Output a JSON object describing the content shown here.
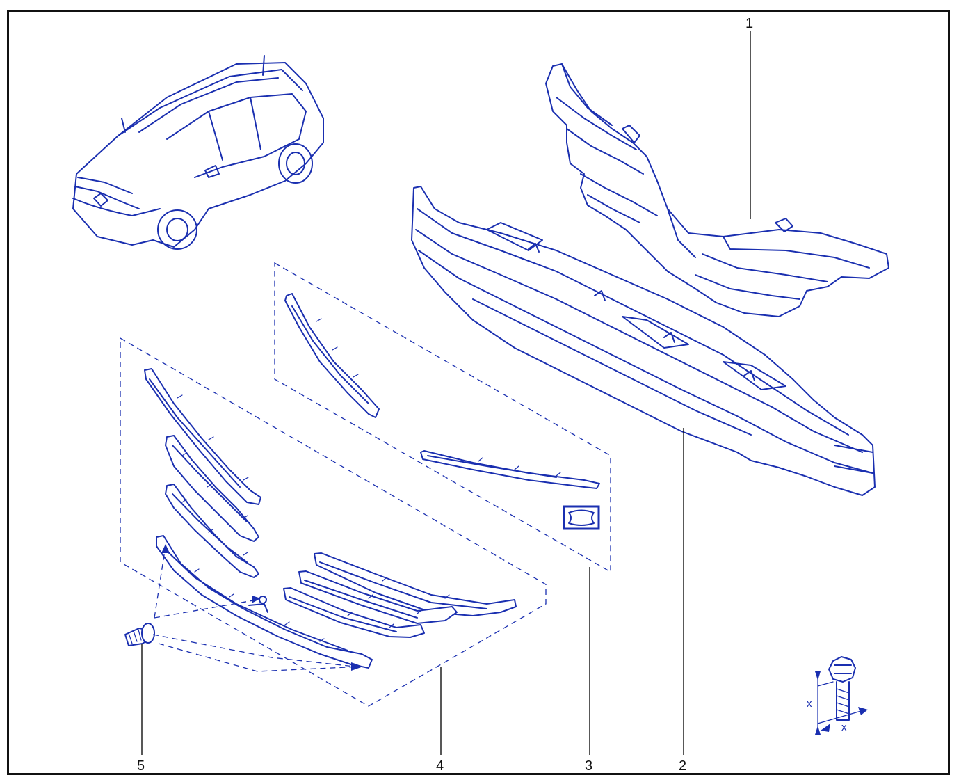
{
  "callouts": [
    {
      "id": "1",
      "label": "1"
    },
    {
      "id": "2",
      "label": "2"
    },
    {
      "id": "3",
      "label": "3"
    },
    {
      "id": "4",
      "label": "4"
    },
    {
      "id": "5",
      "label": "5"
    }
  ],
  "dimension_symbol": {
    "label_vertical": "x",
    "label_horizontal": "x"
  },
  "colors": {
    "line_art": "#1a2fb0",
    "frame": "#111111",
    "background": "#ffffff"
  }
}
